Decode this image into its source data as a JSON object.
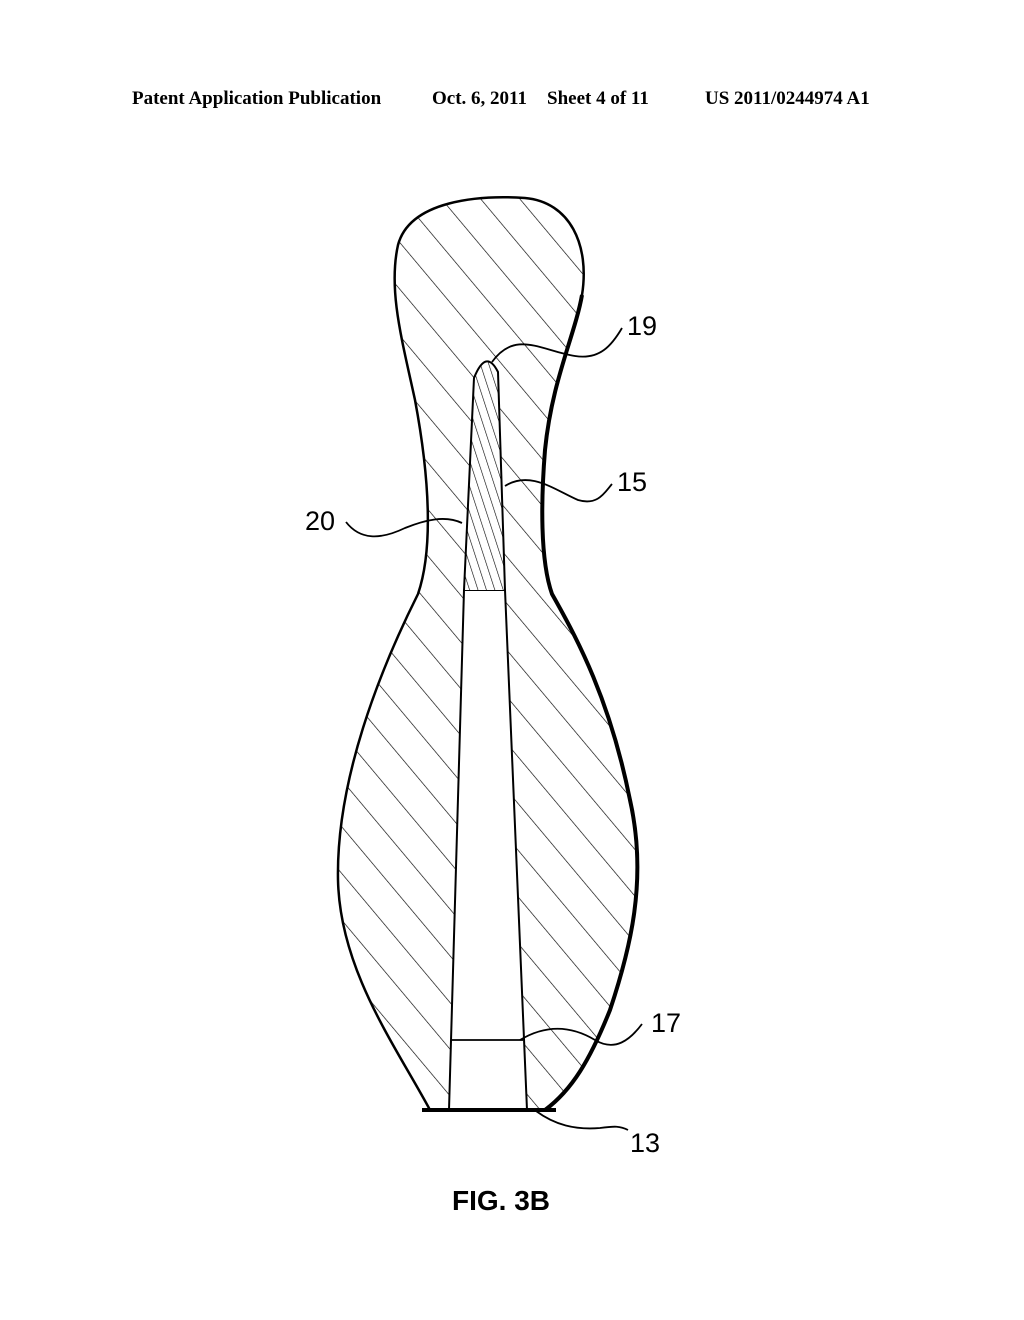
{
  "header": {
    "publication": "Patent Application Publication",
    "date": "Oct. 6, 2011",
    "sheet": "Sheet 4 of 11",
    "number": "US 2011/0244974 A1"
  },
  "figure": {
    "caption": "FIG. 3B",
    "labels": {
      "ref_19": "19",
      "ref_15": "15",
      "ref_20": "20",
      "ref_17": "17",
      "ref_13": "13"
    }
  },
  "colors": {
    "ink": "#000000",
    "paper": "#ffffff"
  }
}
